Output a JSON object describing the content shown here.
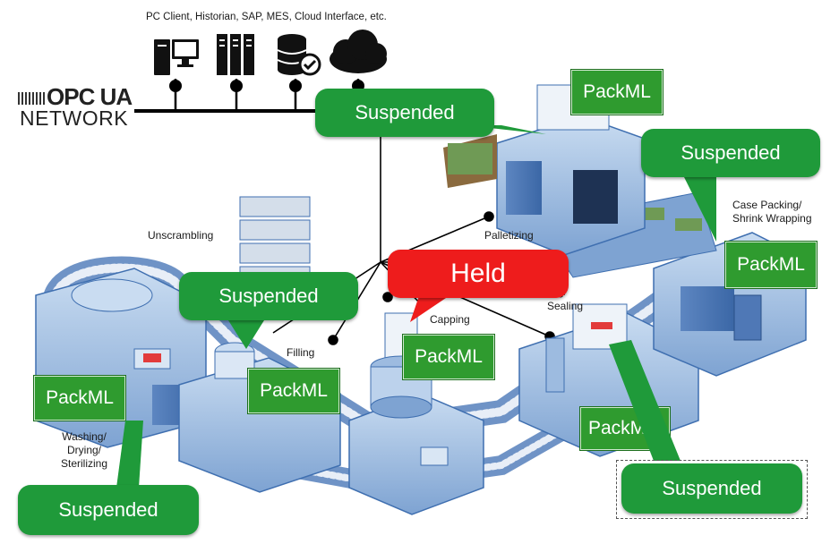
{
  "header": {
    "systems_caption": "PC Client, Historian, SAP, MES, Cloud Interface, etc.",
    "opc_logo": "OPC UA",
    "network_label": "NETWORK"
  },
  "icons": [
    "pc-icon",
    "server-icon",
    "database-icon",
    "cloud-icon"
  ],
  "stations": {
    "unscrambling": "Unscrambling",
    "filling": "Filling",
    "capping": "Capping",
    "labeling": "ling/\nSealing",
    "palletizing": "Palletizing",
    "case_packing": "Case Packing/\nShrink Wrapping",
    "washing": "Washing/\nDrying/\nSterilizing"
  },
  "tags": {
    "packml": "PackML",
    "packml_partial": "PackM"
  },
  "states": {
    "palletizer": "Suspended",
    "case_packer": "Suspended",
    "filler": "Suspended",
    "capper": "Held",
    "labeler": "Suspended",
    "washer": "Suspended"
  },
  "colors": {
    "suspended": "#1f9a3a",
    "held": "#ee1c1c",
    "packml": "#2f9b2f",
    "machine": "#8fb3dd",
    "machine_dark": "#3f6fb0"
  }
}
